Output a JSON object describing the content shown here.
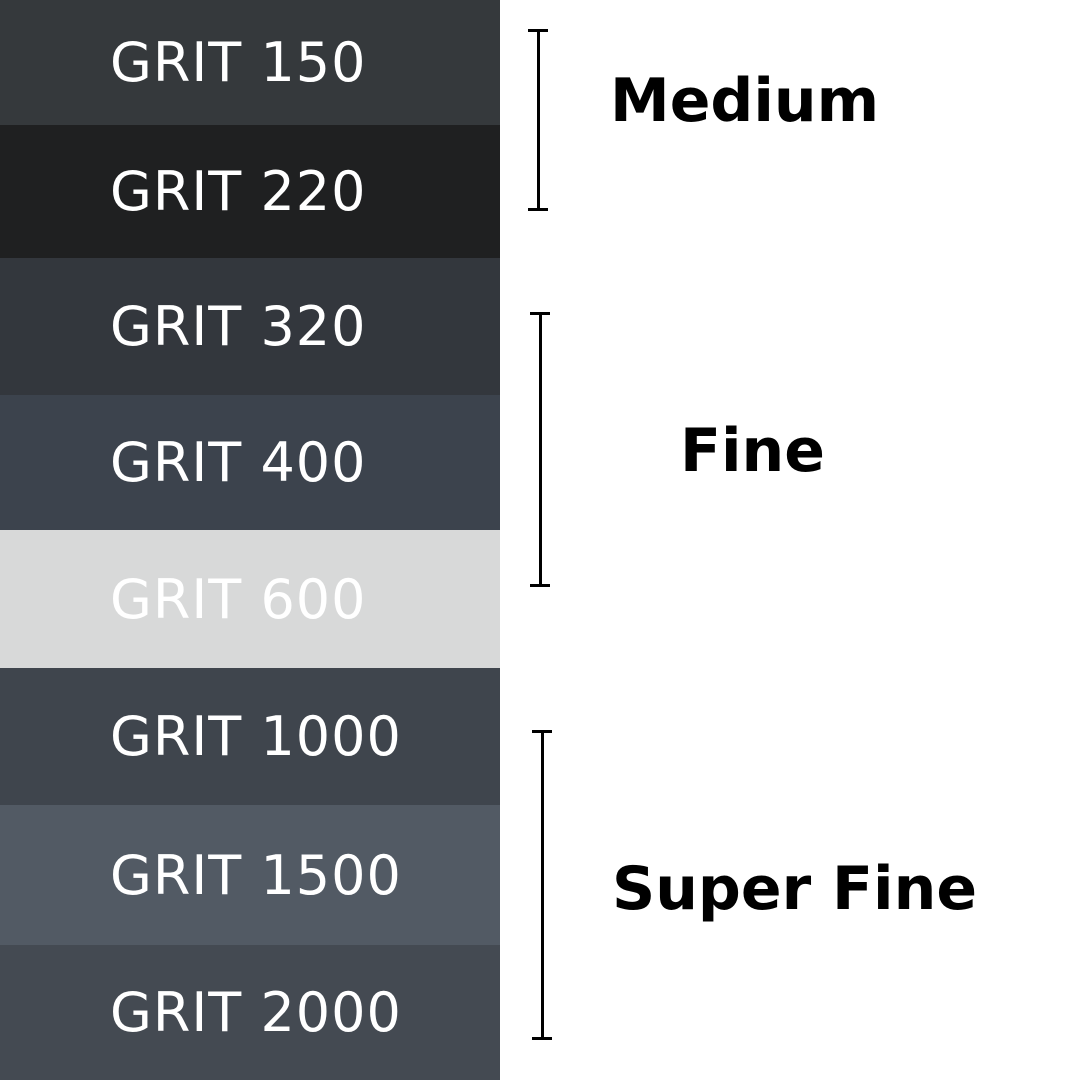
{
  "strips": [
    {
      "label": "GRIT 150",
      "color": "#35393c"
    },
    {
      "label": "GRIT 220",
      "color": "#1f2021"
    },
    {
      "label": "GRIT 320",
      "color": "#33373d"
    },
    {
      "label": "GRIT 400",
      "color": "#3c434d"
    },
    {
      "label": "GRIT 600",
      "color": "#d8d9d9"
    },
    {
      "label": "GRIT 1000",
      "color": "#3f454d"
    },
    {
      "label": "GRIT 1500",
      "color": "#525a64"
    },
    {
      "label": "GRIT 2000",
      "color": "#444a52"
    }
  ],
  "categories": {
    "medium": "Medium",
    "fine": "Fine",
    "super_fine": "Super Fine"
  }
}
